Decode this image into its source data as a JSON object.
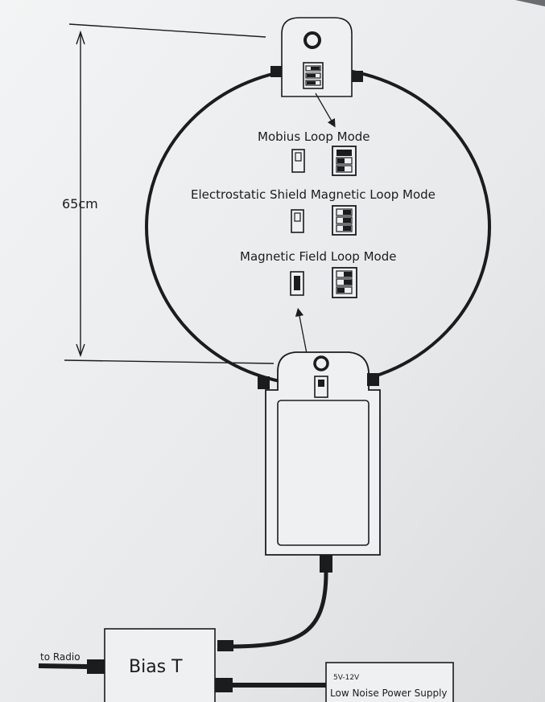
{
  "dimension": {
    "label": "65cm"
  },
  "modes": [
    {
      "label": "Mobius Loop Mode"
    },
    {
      "label": "Electrostatic Shield Magnetic Loop Mode"
    },
    {
      "label": "Magnetic Field Loop Mode"
    }
  ],
  "bias_t": {
    "label": "Bias T"
  },
  "radio": {
    "label": "to Radio"
  },
  "power_supply": {
    "voltage": "5V-12V",
    "label": "Low Noise Power Supply"
  },
  "colors": {
    "paper": "#eceef0",
    "ink": "#1b1c1e",
    "background": "#6a6d70"
  }
}
